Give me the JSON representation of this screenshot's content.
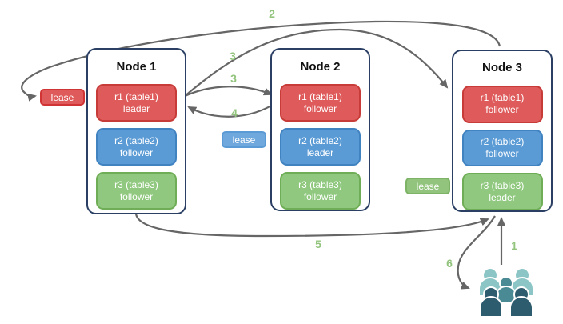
{
  "nodes": [
    {
      "title": "Node 1",
      "replicas": [
        {
          "label": "r1 (table1)",
          "role": "leader",
          "color": "red"
        },
        {
          "label": "r2 (table2)",
          "role": "follower",
          "color": "blue"
        },
        {
          "label": "r3 (table3)",
          "role": "follower",
          "color": "green"
        }
      ]
    },
    {
      "title": "Node 2",
      "replicas": [
        {
          "label": "r1 (table1)",
          "role": "follower",
          "color": "red"
        },
        {
          "label": "r2 (table2)",
          "role": "leader",
          "color": "blue"
        },
        {
          "label": "r3 (table3)",
          "role": "follower",
          "color": "green"
        }
      ]
    },
    {
      "title": "Node 3",
      "replicas": [
        {
          "label": "r1 (table1)",
          "role": "follower",
          "color": "red"
        },
        {
          "label": "r2 (table2)",
          "role": "follower",
          "color": "blue"
        },
        {
          "label": "r3 (table3)",
          "role": "leader",
          "color": "green"
        }
      ]
    }
  ],
  "leases": [
    {
      "label": "lease",
      "color": "red"
    },
    {
      "label": "lease",
      "color": "blue"
    },
    {
      "label": "lease",
      "color": "green"
    }
  ],
  "step_labels": [
    "1",
    "2",
    "3",
    "3",
    "4",
    "5",
    "6"
  ],
  "icons": {
    "users": "users-group-icon"
  },
  "colors": {
    "red_fill": "#df5b5b",
    "red_border": "#c73b38",
    "blue_fill": "#5b9bd5",
    "blue_border": "#4083c0",
    "green_fill": "#8fc87e",
    "green_border": "#6fae56",
    "lease_blue_fill": "#6fa8dc",
    "lease_green_fill": "#93c47d",
    "node_border": "#2a3f63",
    "arrow": "#666666",
    "step_label": "#93c47d",
    "users_light": "#8cc5c6",
    "users_mid": "#4a8a94",
    "users_dark": "#2d5c6e"
  }
}
